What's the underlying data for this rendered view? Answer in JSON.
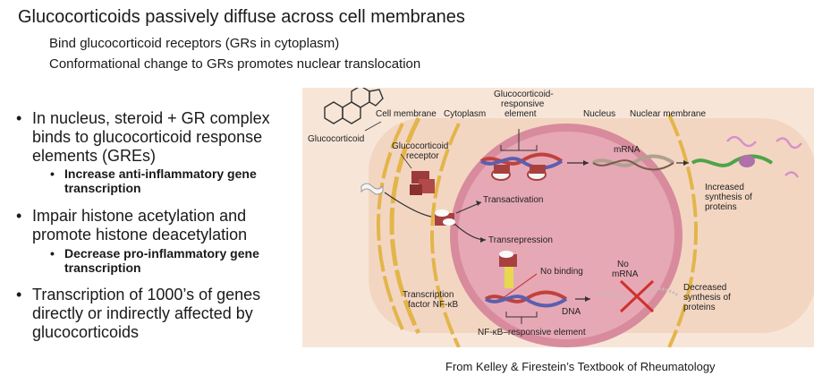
{
  "title": "Glucocorticoids passively diffuse across cell membranes",
  "subpoints": [
    "Bind glucocorticoid receptors (GRs in cytoplasm)",
    "Conformational change to GRs promotes nuclear translocation"
  ],
  "bullets": [
    {
      "text": "In nucleus, steroid + GR complex binds to glucocorticoid response elements (GREs)",
      "sub": "Increase anti-inflammatory gene transcription"
    },
    {
      "text": "Impair histone acetylation and promote histone deacetylation",
      "sub": "Decrease pro-inflammatory gene transcription"
    },
    {
      "text": "Transcription of 1000’s of genes directly or indirectly affected by glucocorticoids",
      "sub": ""
    }
  ],
  "bullet_glyph": "•",
  "diagram": {
    "glucocorticoid": "Glucocorticoid",
    "cell_membrane": "Cell membrane",
    "cytoplasm": "Cytoplasm",
    "gre_line1": "Glucocorticoid-",
    "gre_line2": "responsive",
    "gre_line3": "element",
    "nucleus": "Nucleus",
    "nuclear_membrane": "Nuclear membrane",
    "receptor_line1": "Glucocorticoid",
    "receptor_line2": "receptor",
    "mrna": "mRNA",
    "transactivation": "Transactivation",
    "increased_line1": "Increased",
    "increased_line2": "synthesis of",
    "increased_line3": "proteins",
    "transrepression": "Transrepression",
    "no_binding": "No binding",
    "no_mrna_line1": "No",
    "no_mrna_line2": "mRNA",
    "tf_line1": "Transcription",
    "tf_line2": "factor NF-κB",
    "dna": "DNA",
    "decreased_line1": "Decreased",
    "decreased_line2": "synthesis of",
    "decreased_line3": "proteins",
    "nfkb_element": "NF-κB–responsive element"
  },
  "credit": "From Kelley & Firestein’s Textbook of Rheumatology"
}
